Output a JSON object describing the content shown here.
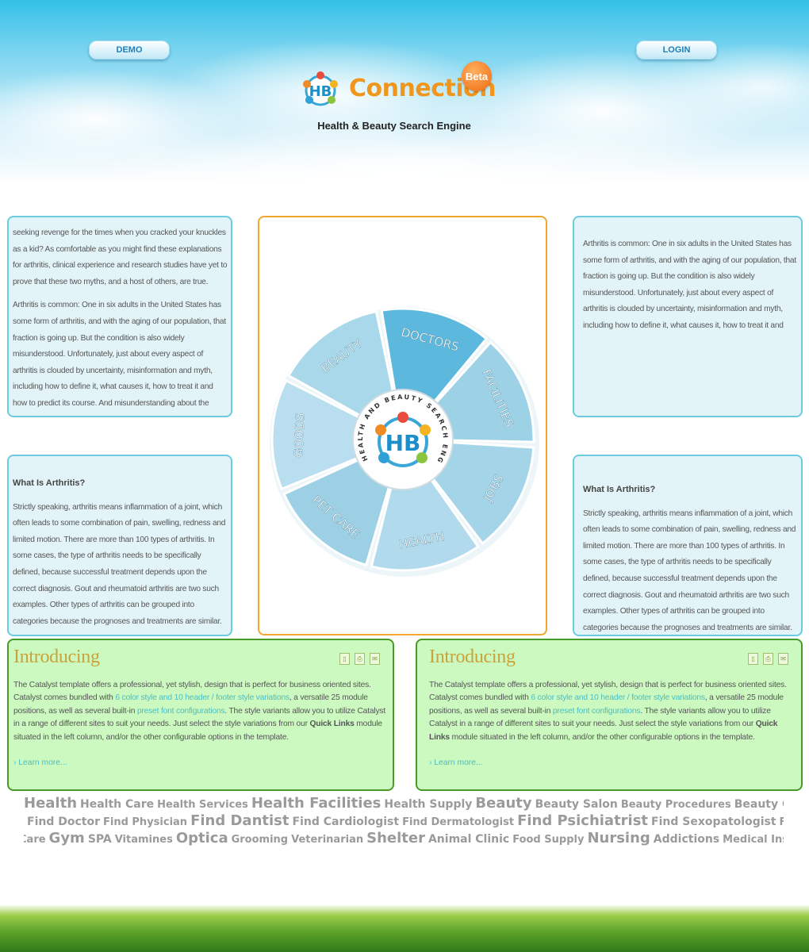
{
  "header": {
    "demo_label": "DEMO",
    "login_label": "LOGIN",
    "logo_text": "Connection",
    "beta_label": "Beta",
    "tagline": "Health & Beauty Search Engine"
  },
  "colors": {
    "accent_orange": "#f0961c",
    "box_border_blue": "#6ccbe0",
    "box_fill_blue": "#e3f4f8",
    "center_border": "#f0a830",
    "intro_fill": "#ccf9c0",
    "intro_border": "#4a9a2a",
    "link": "#4bbec2"
  },
  "left_top_box": {
    "p1": "seeking revenge for the times when you cracked your knuckles as a kid? As comfortable as you might find these explanations for arthritis, clinical experience and research studies have yet to prove that these two myths, and a host of others, are true.",
    "p2": "Arthritis is common: One in six adults in the United States has some form of arthritis, and with the aging of our population, that fraction is going up. But the condition is also widely misunderstood. Unfortunately, just about every aspect of arthritis is clouded by uncertainty, misinformation and myth, including how to define it, what causes it, how to treat it and how to predict its course. And misunderstanding about the potential causes of"
  },
  "right_top_box": {
    "p1": "Arthritis is common: One in six adults in the United States has some form of arthritis, and with the aging of our population, that fraction is going up. But the condition is also widely misunderstood. Unfortunately, just about every aspect of arthritis is clouded by uncertainty, misinformation and myth, including how to define it, what causes it, how to treat it and how to predict its course. And misunderstanding about the potential causes of"
  },
  "left_bottom_box": {
    "heading": "What Is Arthritis?",
    "p1": "Strictly speaking, arthritis means inflammation of a joint, which often leads to some combination of pain, swelling, redness and limited motion. There are more than 100 types of arthritis. In some cases, the type of arthritis needs to be specifically defined, because successful treatment depends upon the correct diagnosis. Gout and rheumatoid arthritis are two such examples. Other types of arthritis can be grouped into categories because the prognoses and treatments are similar."
  },
  "right_bottom_box": {
    "heading": "What Is Arthritis?",
    "p1": "Strictly speaking, arthritis means inflammation of a joint, which often leads to some combination of pain, swelling, redness and limited motion. There are more than 100 types of arthritis. In some cases, the type of arthritis needs to be specifically defined, because successful treatment depends upon the correct diagnosis. Gout and rheumatoid arthritis are two such examples. Other types of arthritis can be grouped into categories because the prognoses and treatments are similar."
  },
  "wheel": {
    "segments": [
      "BEAUTY",
      "DOCTORS",
      "FACILITIES",
      "JOBS",
      "HEALTH",
      "PET CARE",
      "GOODS"
    ],
    "ring_text": "HEALTH AND BEAUTY SEARCH ENGINE",
    "segment_colors": [
      "#a9d8ea",
      "#5cb8dc",
      "#9dd1e6",
      "#a4d4e8",
      "#b1dbec",
      "#9ed0e5",
      "#b8def0"
    ]
  },
  "intro_left": {
    "title": "Introducing",
    "t1": "The Catalyst template offers a professional, yet stylish, design that is perfect for business oriented sites. Catalyst comes bundled with ",
    "link1": "6 color style and 10 header / footer style variations",
    "t2": ", a versatile 25 module positions, as well as several built-in ",
    "link2": "preset font configurations",
    "t3": ". The style variants allow you to utilize Catalyst in a range of different sites to suit your needs. Just select the style variations from our ",
    "bold": "Quick Links",
    "t4": " module situated in the left column, and/or the other configurable options in the template.",
    "learn_more": "Learn more..."
  },
  "intro_right": {
    "title": "Introducing",
    "t1": "The Catalyst template offers a professional, yet stylish, design that is perfect for business oriented sites. Catalyst comes bundled with ",
    "link1": "6 color style and 10 header / footer style variations",
    "t2": ", a versatile 25 module positions, as well as several built-in ",
    "link2": "preset font configurations",
    "t3": ". The style variants allow you to utilize Catalyst in a range of different sites to suit your needs. Just select the style variations from our ",
    "bold": "Quick Links",
    "t4": " module situated in the left column, and/or the other configurable options in the template.",
    "learn_more": "Learn more..."
  },
  "tag_cloud": {
    "line1": [
      {
        "text": "Health",
        "size": "s3"
      },
      {
        "text": "Health Care",
        "size": "s2"
      },
      {
        "text": "Health Services",
        "size": "s1"
      },
      {
        "text": "Health Facilities",
        "size": "s3"
      },
      {
        "text": "Health Supply",
        "size": "s2"
      },
      {
        "text": "Beauty",
        "size": "s3"
      },
      {
        "text": "Beauty Salon",
        "size": "s2"
      },
      {
        "text": "Beauty Procedures",
        "size": "s1"
      },
      {
        "text": "Beauty Care",
        "size": "s2"
      }
    ],
    "line2": [
      {
        "text": "Find Doctor",
        "size": "s2"
      },
      {
        "text": "Find Physician",
        "size": "s1"
      },
      {
        "text": "Find Dantist",
        "size": "s3"
      },
      {
        "text": "Find Cardiologist",
        "size": "s2"
      },
      {
        "text": "Find Dermatologist",
        "size": "s1"
      },
      {
        "text": "Find Psichiatrist",
        "size": "s3"
      },
      {
        "text": "Find Sexopatologist",
        "size": "s2"
      },
      {
        "text": "Find Pe",
        "size": "s1"
      }
    ],
    "line3": [
      {
        "text": "Care",
        "size": "s1"
      },
      {
        "text": "Gym",
        "size": "s3"
      },
      {
        "text": "SPA",
        "size": "s2"
      },
      {
        "text": "Vitamines",
        "size": "s1"
      },
      {
        "text": "Optica",
        "size": "s3"
      },
      {
        "text": "Grooming",
        "size": "s1"
      },
      {
        "text": "Veterinarian",
        "size": "s1"
      },
      {
        "text": "Shelter",
        "size": "s3"
      },
      {
        "text": "Animal Clinic",
        "size": "s2"
      },
      {
        "text": "Food Supply",
        "size": "s1"
      },
      {
        "text": "Nursing",
        "size": "s3"
      },
      {
        "text": "Addictions",
        "size": "s2"
      },
      {
        "text": "Medical Insuran",
        "size": "s1"
      }
    ]
  }
}
